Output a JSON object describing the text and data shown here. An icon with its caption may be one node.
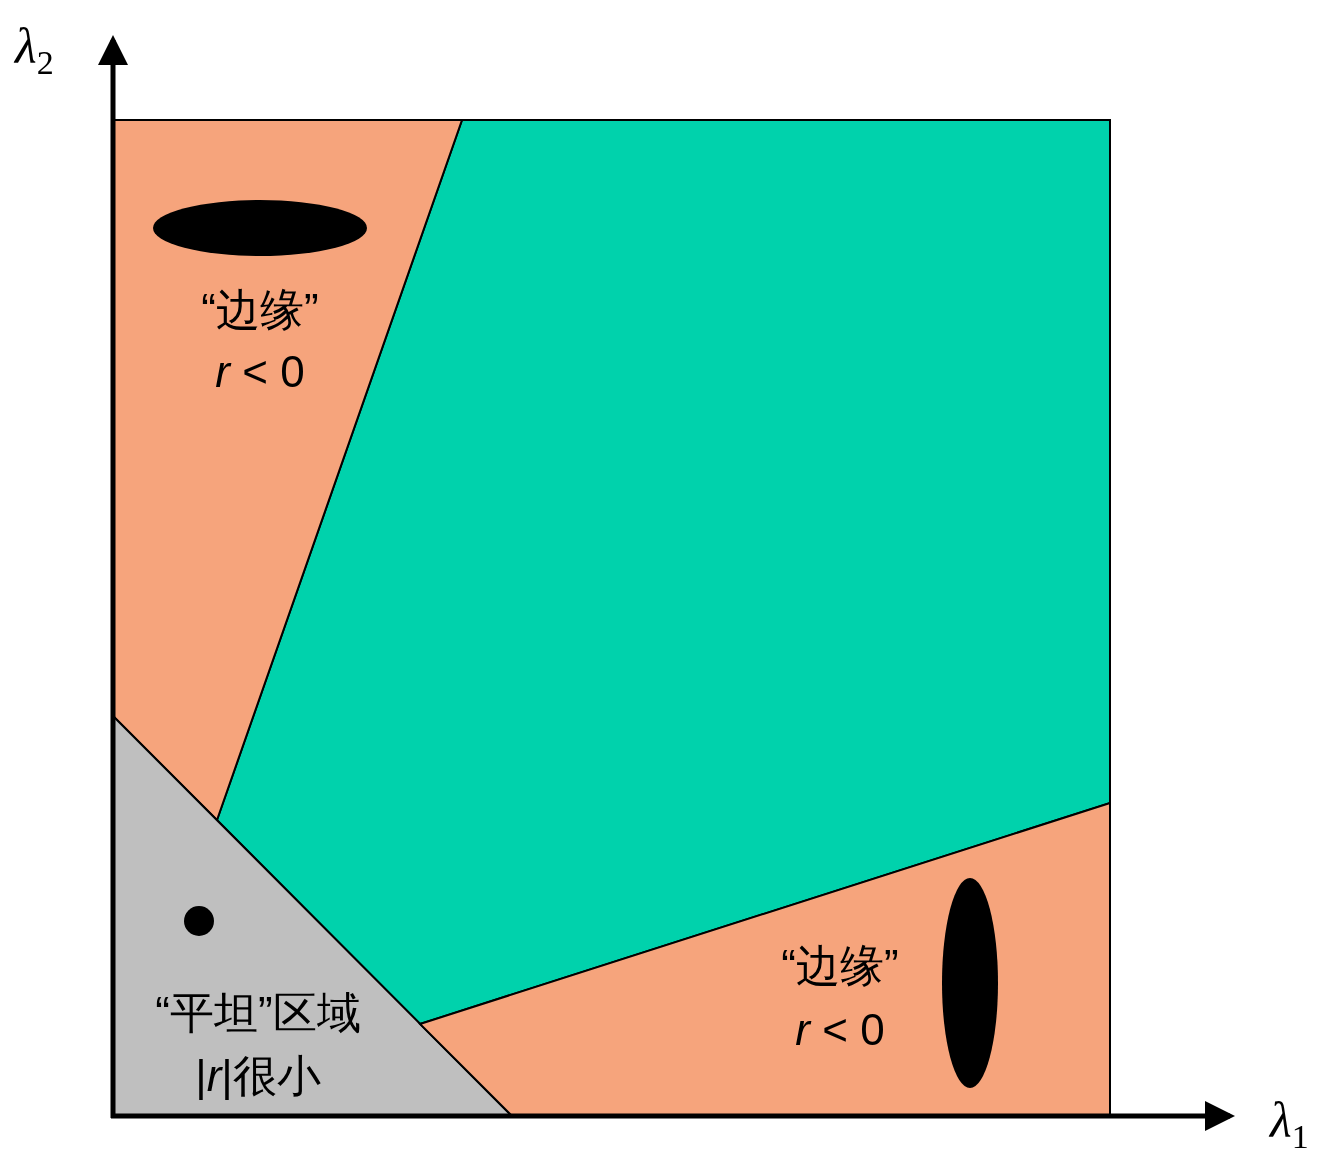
{
  "diagram": {
    "nodes": [
      {
        "text": [
          "“边缘”",
          "*r* < 0"
        ]
      },
      {
        "text": [
          "“平坦”区域",
          "|*r*|很小"
        ]
      },
      {
        "text": [
          "“边缘”",
          "*r* < 0"
        ]
      }
    ],
    "labels": [
      "λ$_{2}$",
      "λ$_{1}$"
    ]
  }
}
